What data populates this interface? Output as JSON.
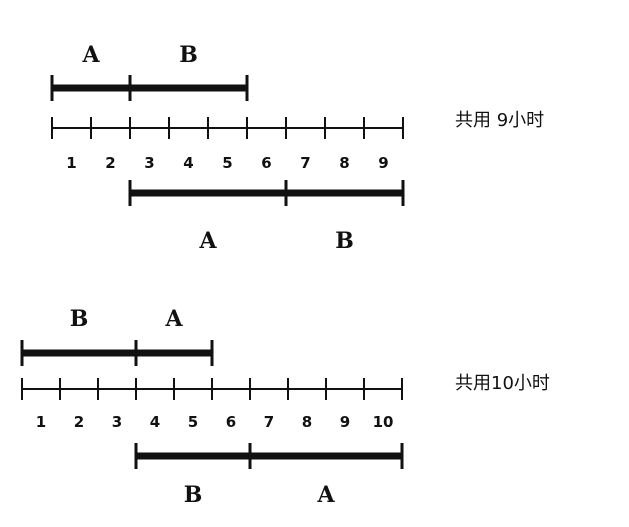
{
  "diagrams": [
    {
      "total_text": "共用 9小时",
      "ticks": [
        "1",
        "2",
        "3",
        "4",
        "5",
        "6",
        "7",
        "8",
        "9"
      ],
      "top_segments": [
        {
          "label": "A",
          "start": 0,
          "end": 2
        },
        {
          "label": "B",
          "start": 2,
          "end": 5
        }
      ],
      "bottom_segments": [
        {
          "label": "A",
          "start": 2,
          "end": 6
        },
        {
          "label": "B",
          "start": 6,
          "end": 9
        }
      ]
    },
    {
      "total_text": "共用10小时",
      "ticks": [
        "1",
        "2",
        "3",
        "4",
        "5",
        "6",
        "7",
        "8",
        "9",
        "10"
      ],
      "top_segments": [
        {
          "label": "B",
          "start": 0,
          "end": 3
        },
        {
          "label": "A",
          "start": 3,
          "end": 5
        }
      ],
      "bottom_segments": [
        {
          "label": "B",
          "start": 3,
          "end": 6
        },
        {
          "label": "A",
          "start": 6,
          "end": 10
        }
      ]
    }
  ]
}
